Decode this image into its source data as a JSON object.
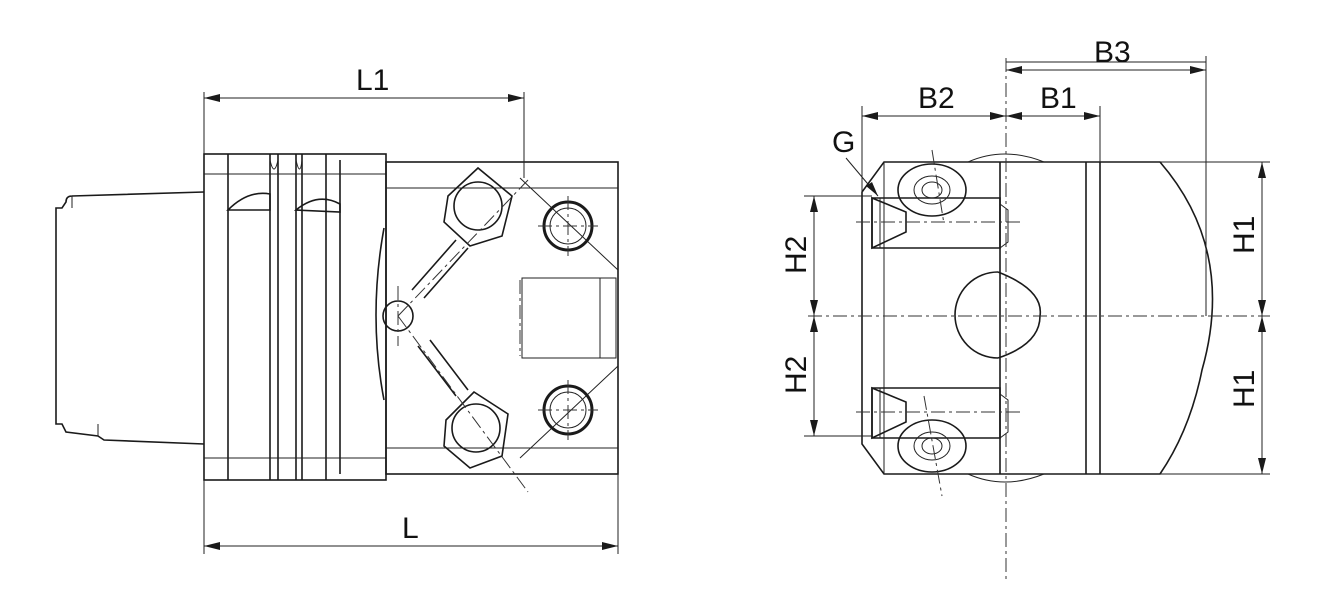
{
  "labels": {
    "L1": "L1",
    "L": "L",
    "B3": "B3",
    "B2": "B2",
    "B1": "B1",
    "G": "G",
    "H2_top": "H2",
    "H2_bottom": "H2",
    "H1_top": "H1",
    "H1_bottom": "H1"
  },
  "colors": {
    "line": "#1a1a1a",
    "background": "#ffffff"
  }
}
